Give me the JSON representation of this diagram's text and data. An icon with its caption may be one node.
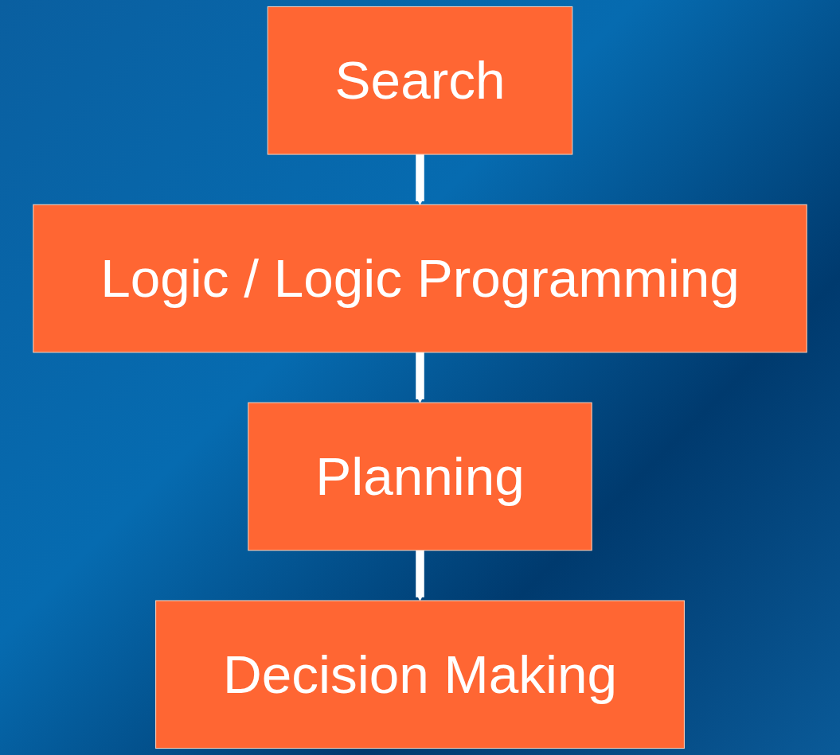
{
  "diagram": {
    "nodes": [
      {
        "text": [
          "Search"
        ]
      },
      {
        "text": [
          "Logic / Logic Programming"
        ]
      },
      {
        "text": [
          "Planning"
        ]
      },
      {
        "text": [
          "Decision Making"
        ]
      }
    ],
    "edges": [
      {
        "from": 0,
        "to": 1,
        "arrow": "to"
      },
      {
        "from": 1,
        "to": 2,
        "arrow": "to"
      },
      {
        "from": 2,
        "to": 3,
        "arrow": "to"
      }
    ]
  }
}
